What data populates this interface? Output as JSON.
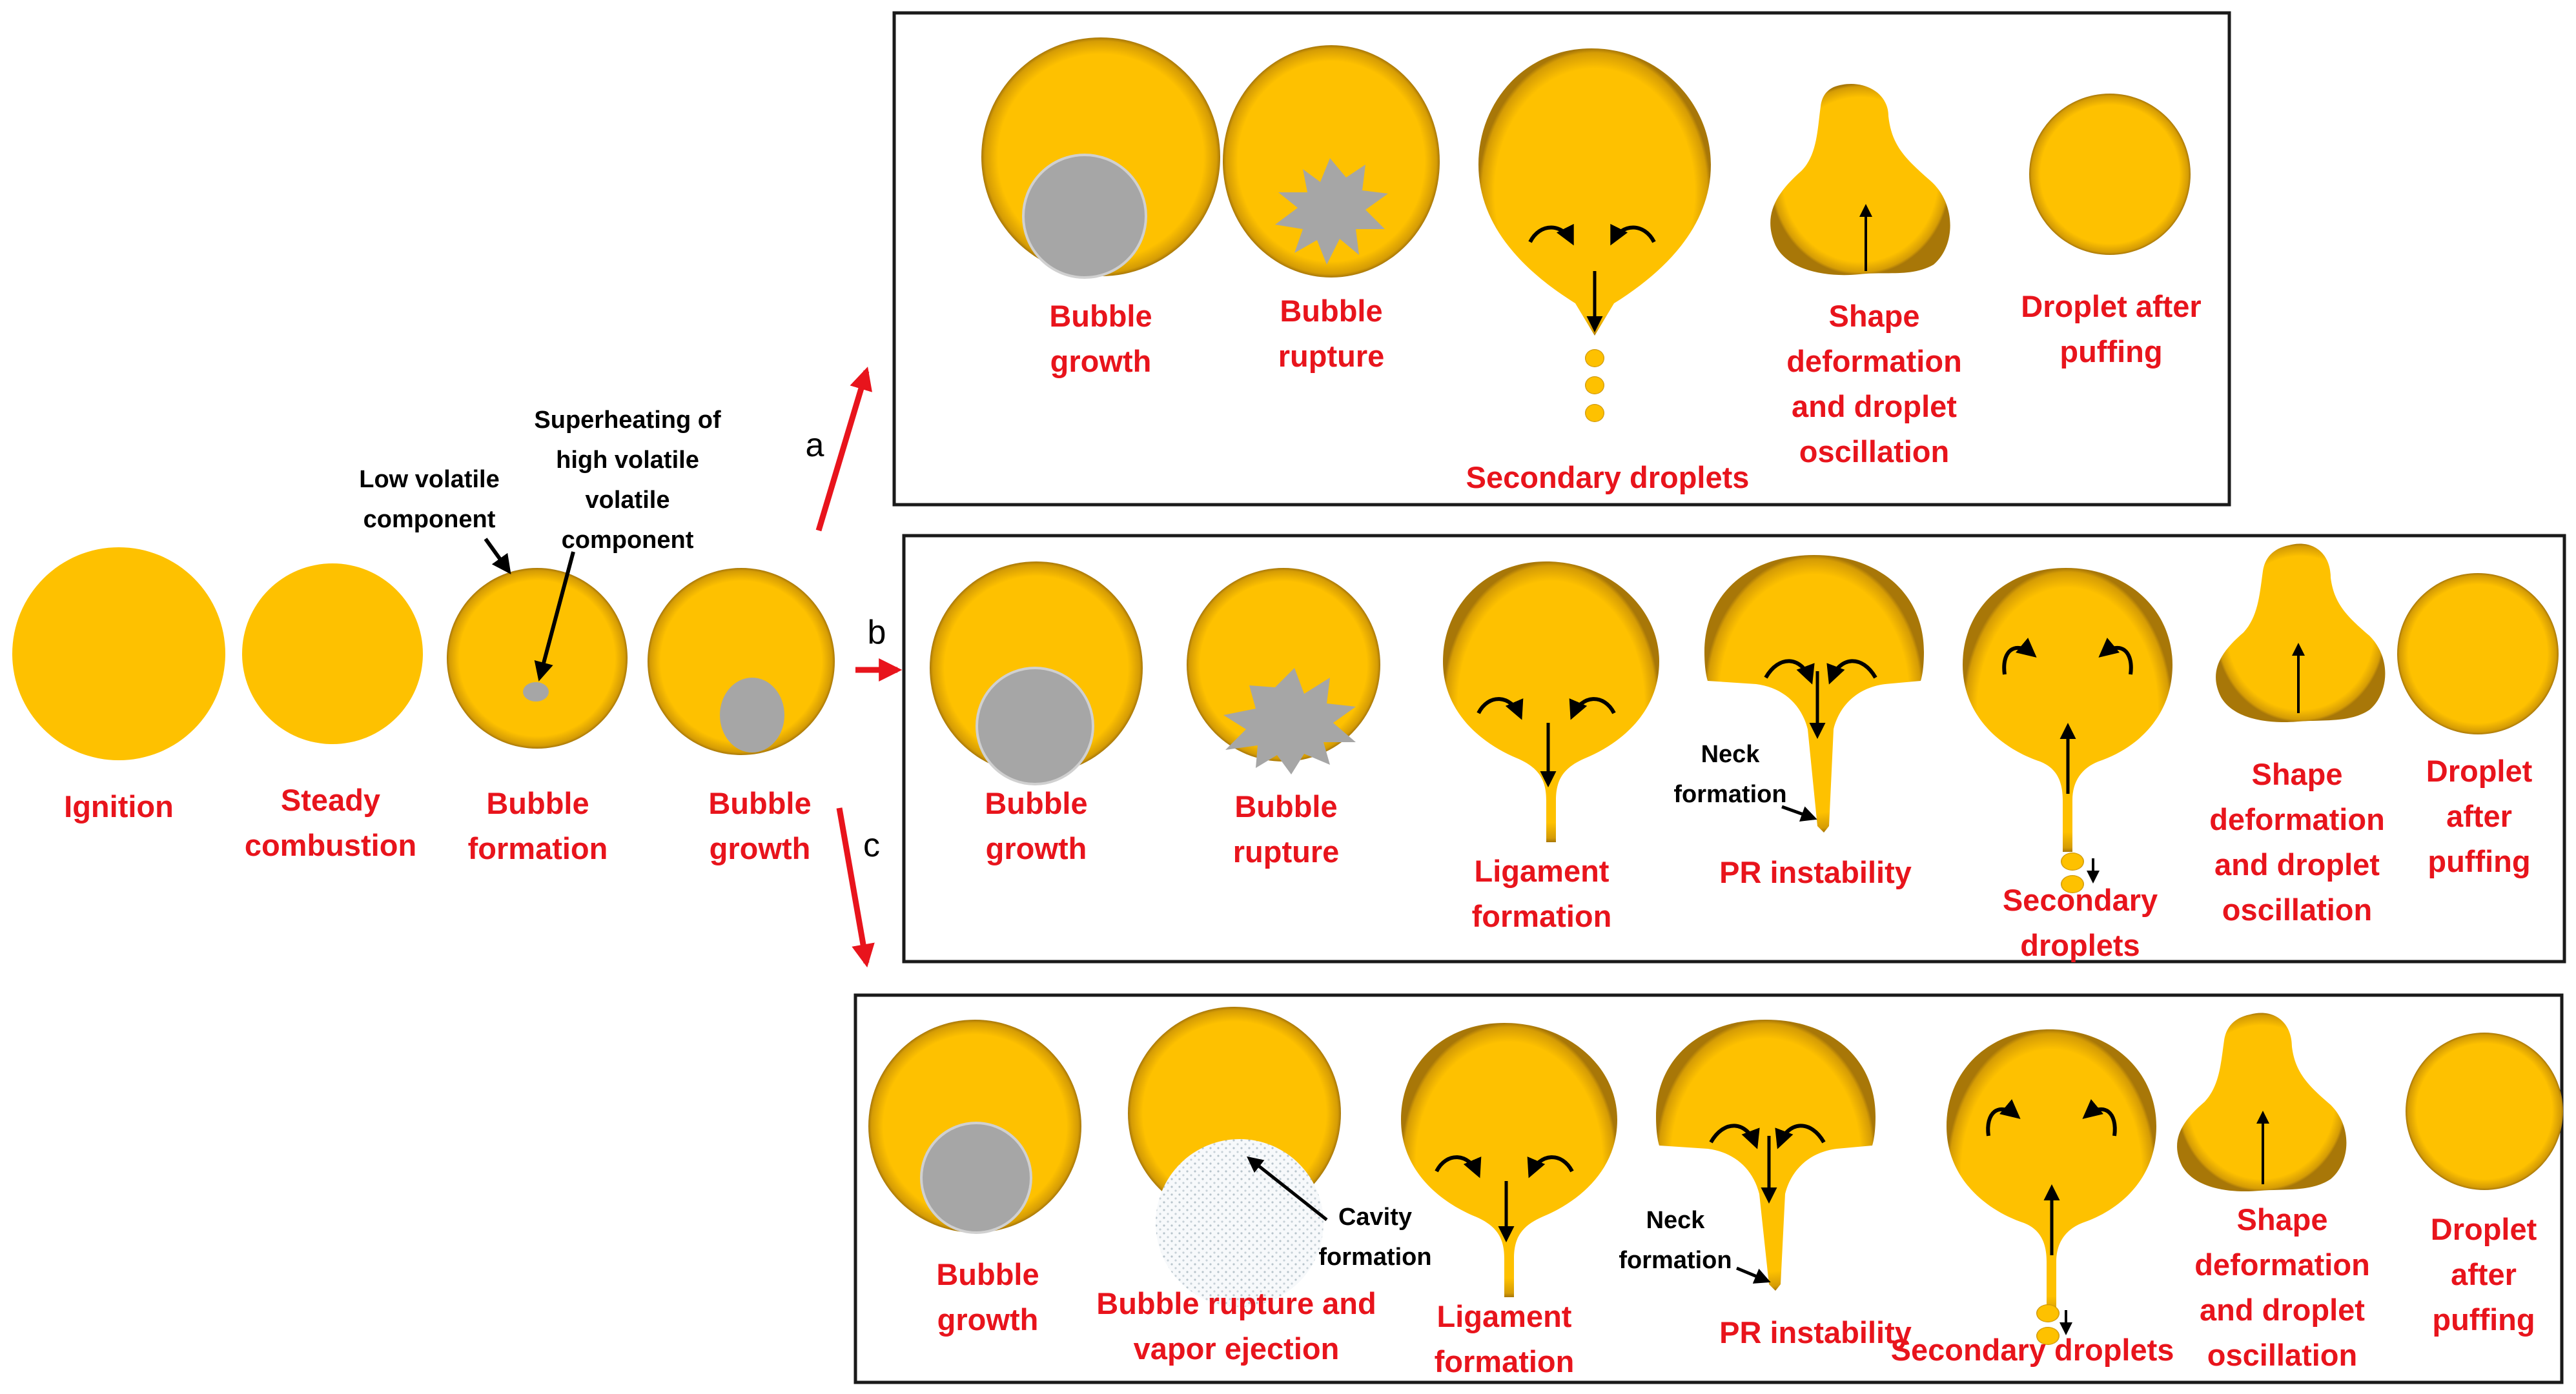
{
  "colors": {
    "droplet": "#fec100",
    "droplet_rim": "#b7830c",
    "bubble": "#a6a6a6",
    "label": "#e8141c",
    "arrow": "#e8141c"
  },
  "main": {
    "stages": [
      "Ignition",
      "Steady\ncombustion",
      "Bubble\nformation",
      "Bubble\ngrowth"
    ],
    "annotations": {
      "low_volatile": "Low volatile\ncomponent",
      "superheating": "Superheating of\nhigh volatile\nvolatile\ncomponent"
    }
  },
  "paths": {
    "a": {
      "label": "a",
      "stages": [
        "Bubble\ngrowth",
        "Bubble\nrupture",
        "Secondary droplets",
        "Shape\ndeformation\nand droplet\noscillation",
        "Droplet after\npuffing"
      ]
    },
    "b": {
      "label": "b",
      "stages": [
        "Bubble\ngrowth",
        "Bubble\nrupture",
        "Ligament\nformation",
        "PR instability",
        "Secondary\ndroplets",
        "Shape\ndeformation\nand droplet\noscillation",
        "Droplet\nafter\npuffing"
      ],
      "neck_label": "Neck\nformation"
    },
    "c": {
      "label": "c",
      "stages": [
        "Bubble\ngrowth",
        "Bubble rupture and\nvapor ejection",
        "Ligament\nformation",
        "PR instability",
        "Secondary droplets",
        "Shape\ndeformation\nand droplet\noscillation",
        "Droplet\nafter\npuffing"
      ],
      "neck_label": "Neck\nformation",
      "cavity_label": "Cavity\nformation"
    }
  }
}
